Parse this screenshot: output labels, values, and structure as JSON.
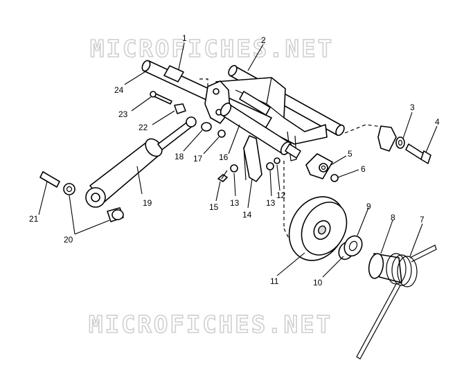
{
  "watermark": {
    "text": "MICROFICHES.NET"
  },
  "callouts": {
    "c1": "1",
    "c2": "2",
    "c3": "3",
    "c4": "4",
    "c5": "5",
    "c6": "6",
    "c7": "7",
    "c8": "8",
    "c9": "9",
    "c10": "10",
    "c11": "11",
    "c12": "12",
    "c13a": "13",
    "c13b": "13",
    "c14": "14",
    "c15": "15",
    "c16": "16",
    "c17": "17",
    "c18": "18",
    "c19": "19",
    "c20": "20",
    "c21": "21",
    "c22": "22",
    "c23": "23",
    "c24": "24"
  }
}
